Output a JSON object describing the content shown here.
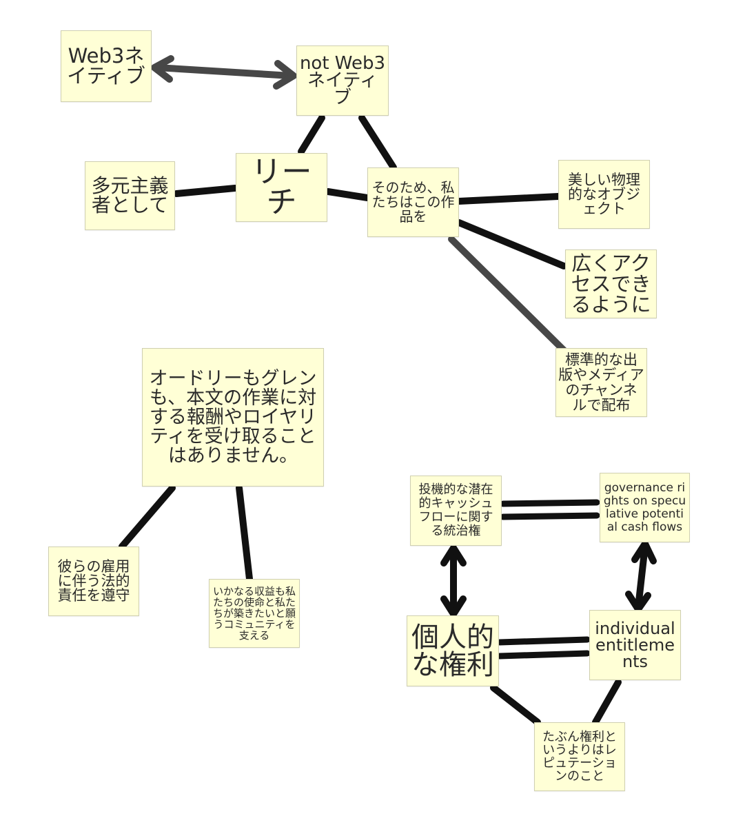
{
  "notes": {
    "web3_native": "Web3ネイティブ",
    "not_web3_native": "not Web3ネイティブ",
    "as_pluralists": "多元主義者として",
    "reach": "リーチ",
    "therefore_work": "そのため、私たちはこの作品を",
    "physical_object": "美しい物理的なオブジェクト",
    "widely_accessible": "広くアクセスできるように",
    "standard_channels": "標準的な出版やメディアのチャンネルで配布",
    "no_royalties": "オードリーもグレンも、本文の作業に対する報酬やロイヤリティを受け取ることはありません。",
    "legal_duties": "彼らの雇用に伴う法的責任を遵守",
    "mission_community": "いかなる収益も私たちの使命と私たちが築きたいと願うコミュニティを支える",
    "governance_jp": "投機的な潜在的キャッシュフローに関する統治権",
    "governance_en": "governance rights on speculative potential cash flows",
    "individual_jp": "個人的な権利",
    "individual_en": "individual entitlements",
    "reputation": "たぶん権利というよりはレピュテーションのこと"
  },
  "colors": {
    "note_fill": "#ffffd6",
    "note_border": "#cfcfb0",
    "edge_black": "#111111",
    "edge_gray": "#474747"
  }
}
